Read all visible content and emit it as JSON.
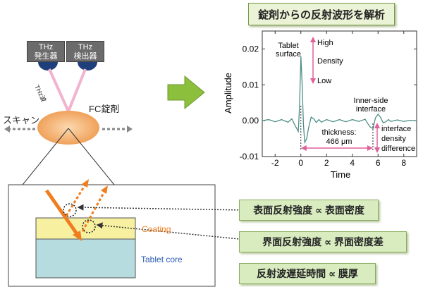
{
  "title": "錠剤からの反射波形を解析",
  "emitter": {
    "line1": "THz",
    "line2": "発生器"
  },
  "detector": {
    "line1": "THz",
    "line2": "検出器"
  },
  "thz_wave_label": "THz波",
  "tablet_label": "FC錠剤",
  "scan_label": "スキャン",
  "layers": {
    "coating": "Coating",
    "core": "Tablet core"
  },
  "relations": [
    "表面反射強度 ∝ 表面密度",
    "界面反射強度 ∝ 界面密度差",
    "反射波遅延時間 ∝ 膜厚"
  ],
  "colors": {
    "coating": "#f7f0a0",
    "core": "#b6dce0",
    "accent": "#e0609a",
    "arrow_green": "#8cbf3c",
    "orange": "#f07d1e"
  },
  "chart_data": {
    "type": "line",
    "xlabel": "Time",
    "ylabel": "Amplitude",
    "xlim": [
      -3,
      9
    ],
    "ylim": [
      -0.01,
      0.025
    ],
    "xticks": [
      "-2",
      "0",
      "2",
      "4",
      "6",
      "8"
    ],
    "yticks": [
      "-0.01",
      "0.00",
      "0.01",
      "0.02"
    ],
    "series": [
      {
        "x": [
          -3,
          -2.5,
          -2,
          -1.5,
          -1,
          -0.7,
          -0.5,
          -0.35,
          -0.2,
          -0.1,
          0,
          0.1,
          0.2,
          0.3,
          0.45,
          0.6,
          0.8,
          1,
          1.2,
          1.4,
          1.6,
          2,
          2.5,
          3,
          3.5,
          4,
          4.5,
          5,
          5.2,
          5.4,
          5.6,
          5.8,
          6,
          6.2,
          6.4,
          6.6,
          6.8,
          7,
          7.5,
          8,
          8.5,
          9
        ],
        "y": [
          0,
          0.0003,
          -0.0003,
          0.0003,
          -0.0004,
          0.0005,
          -0.001,
          -0.002,
          -0.003,
          0.004,
          0.018,
          0.01,
          -0.001,
          -0.006,
          -0.005,
          -0.002,
          0.001,
          0.0005,
          -0.0005,
          0.0003,
          -0.0004,
          0.0003,
          -0.0003,
          0.0003,
          -0.0003,
          0.0003,
          -0.0002,
          0.0004,
          -0.0008,
          -0.0018,
          -0.0022,
          0.0008,
          0.0018,
          0.0009,
          -0.0006,
          -0.0003,
          0.0003,
          -0.0002,
          0.0002,
          -0.0002,
          0.0001,
          0
        ]
      }
    ],
    "annotations": {
      "tablet_surface": "Tablet surface",
      "high": "High",
      "density": "Density",
      "low": "Low",
      "inner_side": "Inner-side interface",
      "thickness_label": "thickness:",
      "thickness_value": "466 μm",
      "interface_density": "interface density difference"
    }
  }
}
